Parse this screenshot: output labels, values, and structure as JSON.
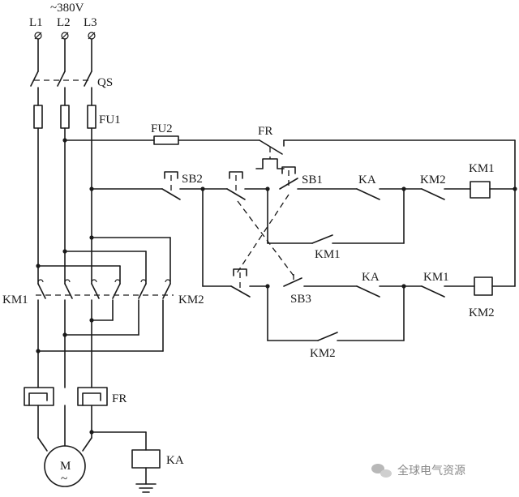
{
  "supply": {
    "voltage": "~380V",
    "phases": [
      "L1",
      "L2",
      "L3"
    ]
  },
  "labels": {
    "qs": "QS",
    "fu1": "FU1",
    "fu2": "FU2",
    "fr_top": "FR",
    "fr_bottom": "FR",
    "sb1": "SB1",
    "sb2": "SB2",
    "sb3": "SB3",
    "ka_top": "KA",
    "ka_mid": "KA",
    "ka_coil": "KA",
    "km2_top": "KM2",
    "km1_top": "KM1",
    "km1_hold": "KM1",
    "km1_mid": "KM1",
    "km2_coil": "KM2",
    "km2_hold": "KM2",
    "km1_main": "KM1",
    "km2_main": "KM2",
    "motor": "M",
    "motor_sub": "~"
  },
  "watermark": {
    "icon": "wechat-icon",
    "text": "全球电气资源"
  }
}
